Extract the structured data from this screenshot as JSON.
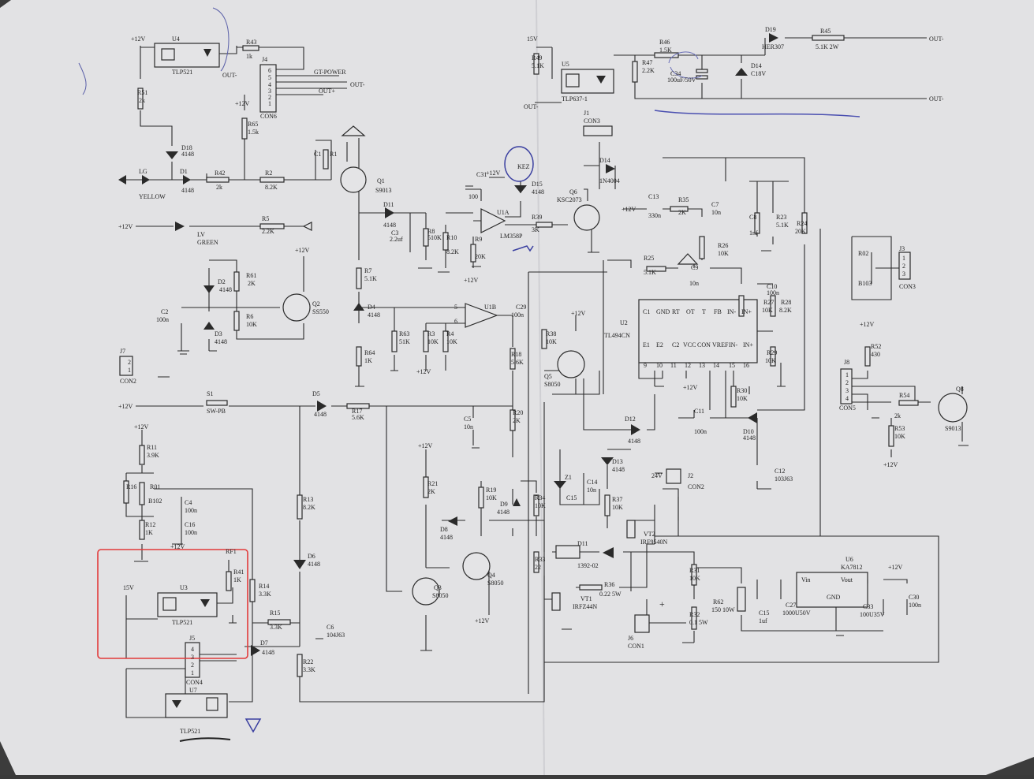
{
  "colors": {
    "paper": "#e2e2e4",
    "ink": "#2a2a2a",
    "pen_blue": "#3a3fa0",
    "highlight_red": "#e23a3a",
    "background": "#3a3a3a"
  },
  "labels": {
    "u4": "U4",
    "u4_part": "TLP521",
    "plus12_a": "+12V",
    "r43": "R43",
    "r43_val": "1k",
    "out_minus_a": "OUT-",
    "j4": "J4",
    "j4_pins": [
      "6",
      "5",
      "4",
      "3",
      "2",
      "1"
    ],
    "con6": "CON6",
    "gt_power": "GT-POWER",
    "out_minus_b": "OUT-",
    "out_plus_a": "OUT+",
    "r51": "R51",
    "r51_val": "2k",
    "plus12_b": "+12V",
    "r65": "R65",
    "r65_val": "1.5k",
    "d18": "D18",
    "d18_val": "4148",
    "lg": "LG",
    "yellow": "YELLOW",
    "d1": "D1",
    "d1_val": "4148",
    "r42": "R42",
    "r42_val": "2k",
    "r2": "R2",
    "r2_val": "8.2K",
    "c1": "C1",
    "r1": "R1",
    "q1": "Q1",
    "q1_part": "S9013",
    "plus12_c": "+12V",
    "lv": "LV",
    "green": "GREEN",
    "r5": "R5",
    "r5_val": "2.2K",
    "plus12_d": "+12V",
    "r61": "R61",
    "r61_val": "2K",
    "d2": "D2",
    "d2_val": "4148",
    "c2": "C2",
    "c2_val": "100n",
    "d3": "D3",
    "d3_val": "4148",
    "r6": "R6",
    "r6_val": "10K",
    "q2": "Q2",
    "q2_part": "SS550",
    "j7": "J7",
    "j7_pins": [
      "2",
      "1"
    ],
    "con2_a": "CON2",
    "s1": "S1",
    "s1_part": "SW-PB",
    "plus12_e": "+12V",
    "d5": "D5",
    "d5_val": "4148",
    "r17": "R17",
    "r17_val": "5.6K",
    "plus12_f": "+12V",
    "r11": "R11",
    "r11_val": "3.9K",
    "r16": "R16",
    "r01": "R01",
    "b102": "B102",
    "c4": "C4",
    "c4_val": "100n",
    "c16": "C16",
    "c16_val": "100n",
    "r12": "R12",
    "r12_val": "1K",
    "plus12_g": "+12V",
    "r13": "R13",
    "r13_val": "8.2K",
    "d6": "D6",
    "d6_val": "4148",
    "r14": "R14",
    "r14_val": "3.3K",
    "r15": "R15",
    "r15_val": "3.3K",
    "c6": "C6",
    "c6_val": "104J63",
    "d7": "D7",
    "d7_val": "4148",
    "r22": "R22",
    "r22_val": "3.3K",
    "rf1": "RF1",
    "r41": "R41",
    "r41_val": "1K",
    "v15": "15V",
    "u3": "U3",
    "u3_part": "TLP521",
    "j5": "J5",
    "j5_pins": [
      "4",
      "3",
      "2",
      "1"
    ],
    "con4": "CON4",
    "u7": "U7",
    "u7_part": "TLP521",
    "v15_b": "15V",
    "r49": "R49",
    "r49_val": "5.1K",
    "out_minus_c": "OUT-",
    "u5": "U5",
    "u5_part": "TLP637-1",
    "r46": "R46",
    "r46_val": "1.5K",
    "r47": "R47",
    "r47_val": "2.2K",
    "c34": "C34",
    "c34_val": "100uF/50V",
    "d19": "D19",
    "d19_part": "HER307",
    "d14b": "D14",
    "d14b_val": "C18V",
    "r45": "R45",
    "r45_val": "5.1K 2W",
    "out_minus_d": "OUT-",
    "out_minus_e": "OUT-",
    "j1": "J1",
    "con3_a": "CON3",
    "kez": "KEZ",
    "c31": "C31",
    "plus12_h": "+12V",
    "c31_val": "100",
    "d15": "D15",
    "d15_val": "4148",
    "d14": "D14",
    "d14_val": "1N4004",
    "d11": "D11",
    "d11_val": "4148",
    "u1a": "U1A",
    "u1a_part": "LM358P",
    "c3": "C3",
    "c3_val": "2.2uf",
    "r8": "R8",
    "r8_val": "510K",
    "r10": "R10",
    "r10_val": "8.2K",
    "r9": "R9",
    "r9_val": "20K",
    "plus12_i": "+12V",
    "r39": "R39",
    "r39_val": "3K",
    "q6": "Q6",
    "q6_part": "KSC2073",
    "plus12_j": "+12V",
    "c13": "C13",
    "c13_val": "330n",
    "r35": "R35",
    "r35_val": "2K",
    "c7": "C7",
    "c7_val": "10n",
    "c8": "C8",
    "c8_val": "1nf",
    "r23": "R23",
    "r23_val": "5.1K",
    "r24": "R24",
    "r24_val": "20K",
    "r02": "R02",
    "b103": "B103",
    "j3": "J3",
    "j3_pins": [
      "1",
      "2",
      "3"
    ],
    "con3_b": "CON3",
    "r7": "R7",
    "r7_val": "5.1K",
    "d4": "D4",
    "d4_val": "4148",
    "r64": "R64",
    "r64_val": "1K",
    "u1b": "U1B",
    "pin5": "5",
    "pin6": "6",
    "c29": "C29",
    "c29_val": "100n",
    "r63": "R63",
    "r63_val": "51K",
    "r3": "R3",
    "r3_val": "10K",
    "r4": "R4",
    "r4_val": "10K",
    "plus12_k": "+12V",
    "r18": "R18",
    "r18_val": "5.6K",
    "c5": "C5",
    "c5_val": "10n",
    "r20": "R20",
    "r20_val": "2K",
    "r25": "R25",
    "r25_val": "5.1K",
    "c9": "C9",
    "c9_val": "10n",
    "c10": "C10",
    "c10_val": "100n",
    "r26": "R26",
    "r26_val": "10K",
    "r27": "R27",
    "r27_val": "10K",
    "r28": "R28",
    "r28_val": "8.2K",
    "r29": "R29",
    "r29_val": "10K",
    "u2": "U2",
    "u2_part": "TL494CN",
    "u2_top_pins": [
      "C1",
      "GND",
      "RT",
      "OT",
      "T",
      "FB",
      "IN-",
      "IN+"
    ],
    "u2_bot_pins": [
      "E1",
      "E2",
      "C2",
      "VCC",
      "CON",
      "VREF",
      "IN-",
      "IN+"
    ],
    "u2_nums": [
      "9",
      "10",
      "11",
      "12",
      "13",
      "14",
      "15",
      "16"
    ],
    "plus12_l": "+12V",
    "r38": "R38",
    "r38_val": "10K",
    "q5": "Q5",
    "q5_part": "S8050",
    "plus12_m": "+12V",
    "r30": "R30",
    "r30_val": "10K",
    "c11": "C11",
    "c11_val": "100n",
    "d10": "D10",
    "d10_val": "4148",
    "c12": "C12",
    "c12_val": "103J63",
    "d12": "D12",
    "d12_val": "4148",
    "d13": "D13",
    "d13_val": "4148",
    "z1": "Z1",
    "c14": "C14",
    "c14_val": "10n",
    "c15": "C15",
    "r37": "R37",
    "r37_val": "10K",
    "v24": "24V",
    "j2": "J2",
    "con2_b": "CON2",
    "vt2": "VT2",
    "vt2_part": "IRF9540N",
    "d11b": "D11",
    "d11b_part": "1392-02",
    "r31": "R31",
    "r31_val": "10K",
    "r32": "R32",
    "r32_val": "0.1 5W",
    "vt1": "VT1",
    "vt1_part": "IRFZ44N",
    "r36": "R36",
    "r36_val": "0.22 5W",
    "j6": "J6",
    "con1": "CON1",
    "plus_sign": "+",
    "u6": "U6",
    "u6_part": "KA7812",
    "vin": "Vin",
    "vout": "Vout",
    "gnd": "GND",
    "plus12_n": "+12V",
    "r62": "R62",
    "r62_val": "150 10W",
    "c15b": "C15",
    "c15b_val": "1uf",
    "c27": "C27",
    "c27_val": "1000U50V",
    "c33": "C33",
    "c33_val": "100U35V",
    "c30": "C30",
    "c30_val": "100n",
    "plus12_o": "+12V",
    "r52": "R52",
    "r52_val": "430",
    "j8": "J8",
    "j8_pins": [
      "1",
      "2",
      "3",
      "4"
    ],
    "con5": "CON5",
    "q8": "Q8",
    "q8_part": "S9013",
    "r54": "R54",
    "r54_val": "2k",
    "r53": "R53",
    "r53_val": "10K",
    "plus12_p": "+12V",
    "r19": "R19",
    "r19_val": "10K",
    "r34": "R34",
    "r34_val": "10K",
    "d9": "D9",
    "d9_val": "4148",
    "r21": "R21",
    "r21_val": "2K",
    "plus12_q": "+12V",
    "d8": "D8",
    "d8_val": "4148",
    "q4": "Q4",
    "q4_part": "S8050",
    "plus12_r": "+12V",
    "r33": "R33",
    "r33_val": "22",
    "q3": "Q3",
    "q3_part": "S8050"
  }
}
